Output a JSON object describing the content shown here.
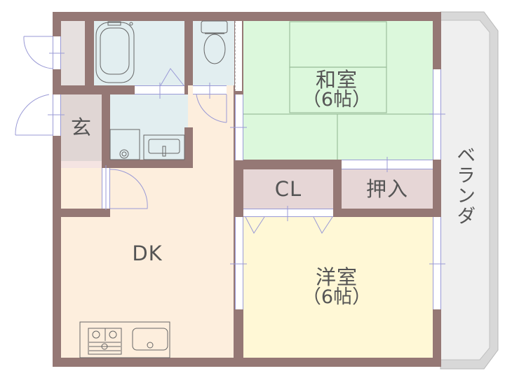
{
  "floorplan": {
    "rooms": {
      "washitsu": {
        "name": "和室",
        "size": "（6帖）",
        "color": "#dcf8dc"
      },
      "youshitsu": {
        "name": "洋室",
        "size": "（6帖）",
        "color": "#fff8d6"
      },
      "dk": {
        "name": "DK",
        "color": "#fdeedd"
      },
      "genkan": {
        "name": "玄",
        "color": "#e0d6d4"
      },
      "closet": {
        "name": "CL",
        "color": "#e6d6d6"
      },
      "oshiire": {
        "name": "押入",
        "color": "#e6d6d6"
      },
      "veranda": {
        "name": "ベランダ",
        "color": "#efefef"
      },
      "bath": {
        "name": "",
        "color": "#e2eef0"
      },
      "toilet": {
        "name": "",
        "color": "#e2eef0"
      },
      "washroom": {
        "name": "",
        "color": "#e2eef0"
      },
      "storage": {
        "name": "",
        "color": "#e6e0df"
      }
    },
    "colors": {
      "wall": "#957875",
      "fixture_line": "#666666",
      "door_line": "#9a9ad6"
    }
  }
}
